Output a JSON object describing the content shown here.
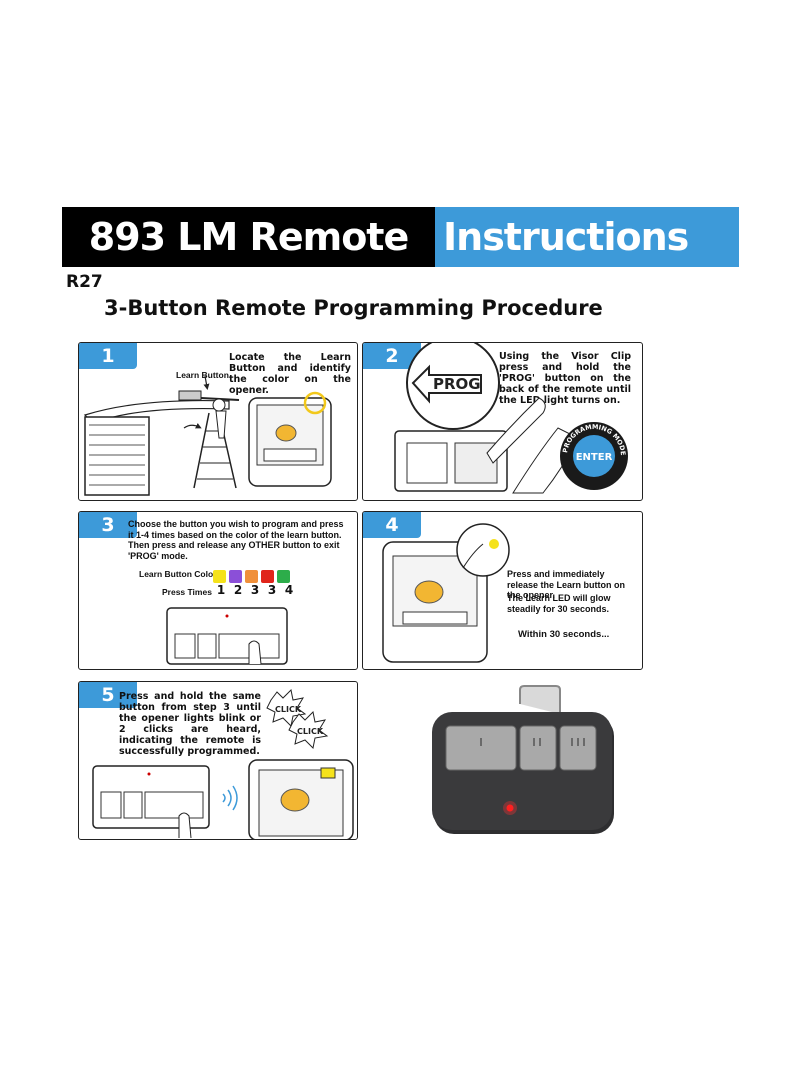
{
  "banner": {
    "left": "893 LM Remote",
    "right": "Instructions"
  },
  "code": "R27",
  "heading": "3-Button Remote Programming Procedure",
  "colors": {
    "accent": "#3d9ad9",
    "yellow": "#f5e21b",
    "purple": "#8b4fd8",
    "orange": "#f0903a",
    "red": "#e0251b",
    "green": "#2dad4a"
  },
  "step1": {
    "num": "1",
    "text": "Locate the Learn Button and identify the color on the opener.",
    "learn_label": "Learn Button"
  },
  "step2": {
    "num": "2",
    "text": "Using the Visor Clip press and hold the 'PROG' button on the back of the remote until the LED light turns on.",
    "prog_label": "PROG",
    "mode_label": "PROGRAMMING MODE",
    "enter_label": "ENTER"
  },
  "step3": {
    "num": "3",
    "text": "Choose the button you wish to program and press it 1-4 times based on the color of the learn button. Then press and release any OTHER button to exit 'PROG' mode.",
    "color_label": "Learn Button Color",
    "press_label": "Press Times",
    "press_values": [
      "1",
      "2",
      "3",
      "3",
      "4"
    ]
  },
  "step4": {
    "num": "4",
    "text1": "Press and immediately release the Learn button on the opener.",
    "text2": "The Learn LED will glow steadily for 30 seconds.",
    "text3": "Within 30 seconds..."
  },
  "step5": {
    "num": "5",
    "text": "Press and hold the same button from step 3 until the opener lights blink or 2 clicks are heard, indicating the remote is successfully programmed.",
    "click1": "CLICK",
    "click2": "CLICK"
  }
}
